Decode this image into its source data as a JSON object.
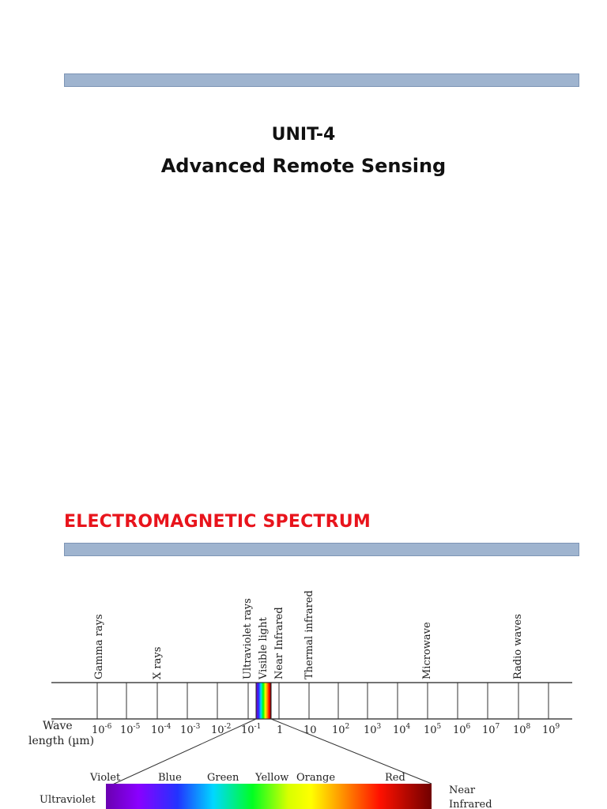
{
  "slide1": {
    "unit": "UNIT-4",
    "title": "Advanced Remote Sensing"
  },
  "slide2": {
    "heading": "ELECTROMAGNETIC SPECTRUM"
  },
  "colors": {
    "title_bar": "#9fb4cf",
    "heading": "#e8141c"
  },
  "spectrum": {
    "region_labels": [
      "Gamma rays",
      "X rays",
      "Ultraviolet rays",
      "Visible light",
      "Near Infrared",
      "Thermal infrared",
      "Microwave",
      "Radio waves"
    ],
    "axis_label_line1": "Wave",
    "axis_label_line2": "length (µm)",
    "ticks": [
      {
        "base": "10",
        "exp": "-6"
      },
      {
        "base": "10",
        "exp": "-5"
      },
      {
        "base": "10",
        "exp": "-4"
      },
      {
        "base": "10",
        "exp": "-3"
      },
      {
        "base": "10",
        "exp": "-2"
      },
      {
        "base": "10",
        "exp": "-1"
      },
      {
        "base": "1",
        "exp": ""
      },
      {
        "base": "10",
        "exp": ""
      },
      {
        "base": "10",
        "exp": "2"
      },
      {
        "base": "10",
        "exp": "3"
      },
      {
        "base": "10",
        "exp": "4"
      },
      {
        "base": "10",
        "exp": "5"
      },
      {
        "base": "10",
        "exp": "6"
      },
      {
        "base": "10",
        "exp": "7"
      },
      {
        "base": "10",
        "exp": "8"
      },
      {
        "base": "10",
        "exp": "9"
      }
    ],
    "visible_labels": [
      "Violet",
      "Blue",
      "Green",
      "Yellow",
      "Orange",
      "Red"
    ],
    "ultraviolet_label": "Ultraviolet",
    "near_infrared_label_line1": "Near",
    "near_infrared_label_line2": "Infrared"
  }
}
